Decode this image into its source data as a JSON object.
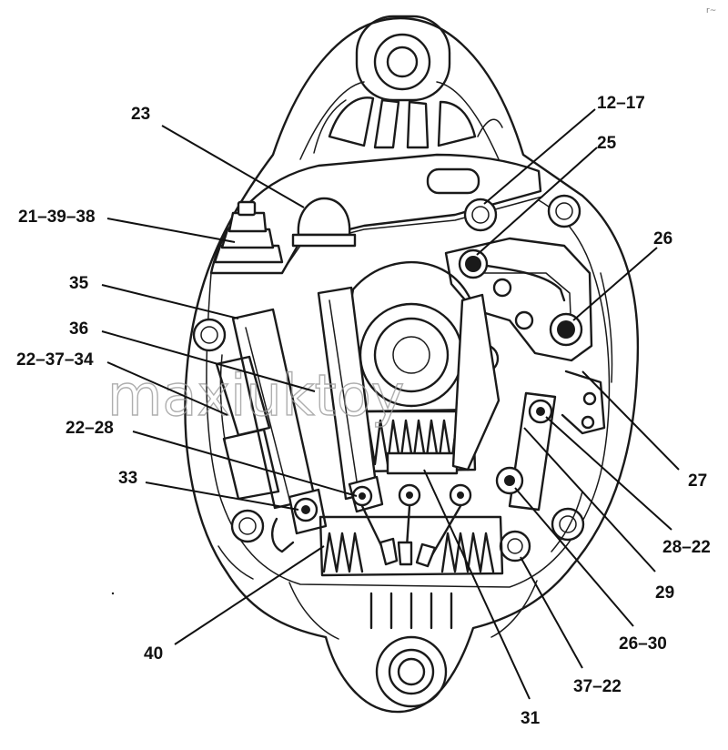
{
  "diagram": {
    "subject": "Alternator rear view with component callouts",
    "watermark": "maxiuktoy",
    "corner_mark": "r~",
    "callouts": [
      {
        "id": "23",
        "label": "23"
      },
      {
        "id": "21-39-38",
        "label": "21–39–38"
      },
      {
        "id": "35",
        "label": "35"
      },
      {
        "id": "36",
        "label": "36"
      },
      {
        "id": "22-37-34",
        "label": "22–37–34"
      },
      {
        "id": "22-28",
        "label": "22–28"
      },
      {
        "id": "33",
        "label": "33"
      },
      {
        "id": "40",
        "label": "40"
      },
      {
        "id": "12-17",
        "label": "12–17"
      },
      {
        "id": "25",
        "label": "25"
      },
      {
        "id": "26",
        "label": "26"
      },
      {
        "id": "27",
        "label": "27"
      },
      {
        "id": "28-22",
        "label": "28–22"
      },
      {
        "id": "29",
        "label": "29"
      },
      {
        "id": "26-30",
        "label": "26–30"
      },
      {
        "id": "37-22",
        "label": "37–22"
      },
      {
        "id": "31",
        "label": "31"
      }
    ]
  }
}
